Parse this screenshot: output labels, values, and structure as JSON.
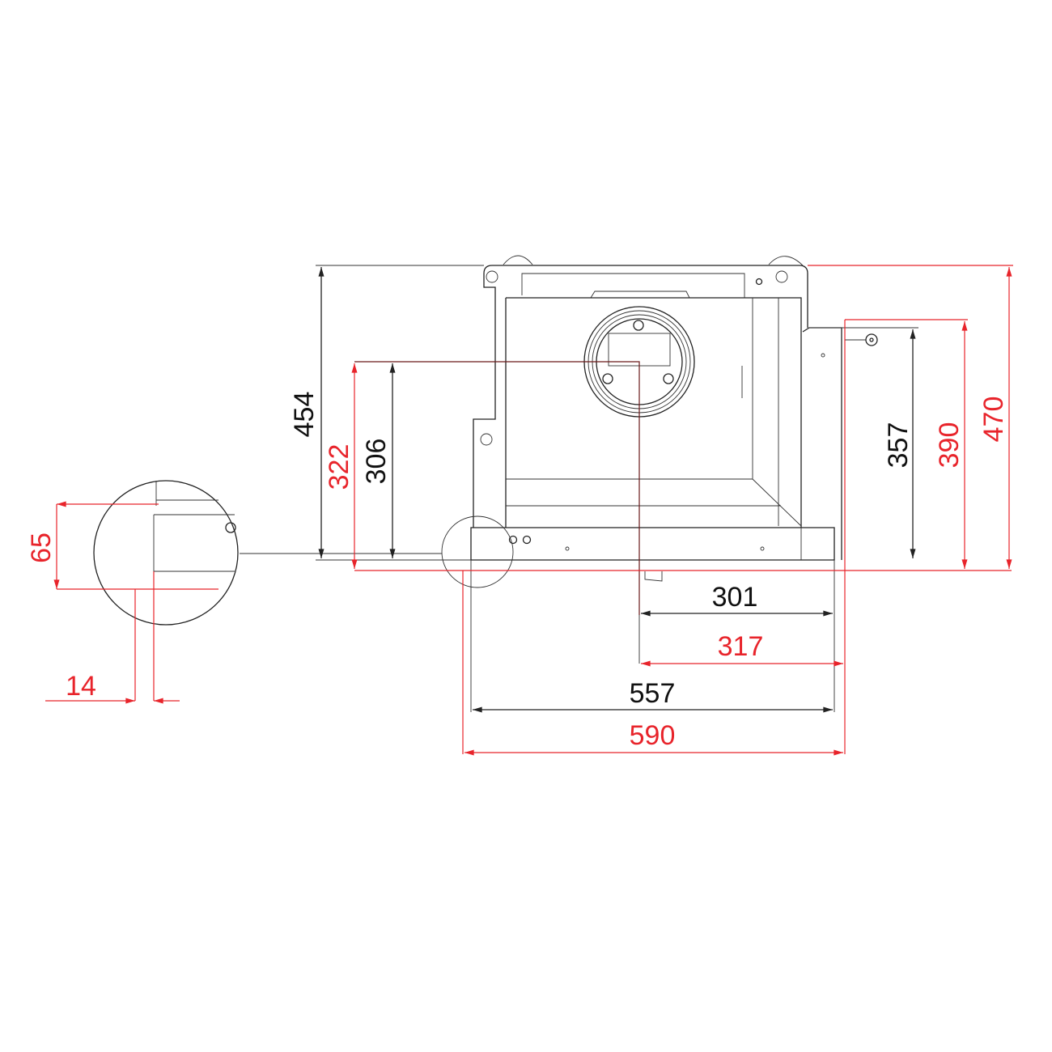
{
  "colors": {
    "primary_dimension": "#111111",
    "secondary_dimension": "#e8242b"
  },
  "dimensions": {
    "height_total_black": "454",
    "height_total_red": "470",
    "height_322": "322",
    "height_306": "306",
    "height_357": "357",
    "height_390": "390",
    "width_301": "301",
    "width_317": "317",
    "width_557": "557",
    "width_590": "590",
    "detail_height": "65",
    "detail_offset": "14"
  }
}
